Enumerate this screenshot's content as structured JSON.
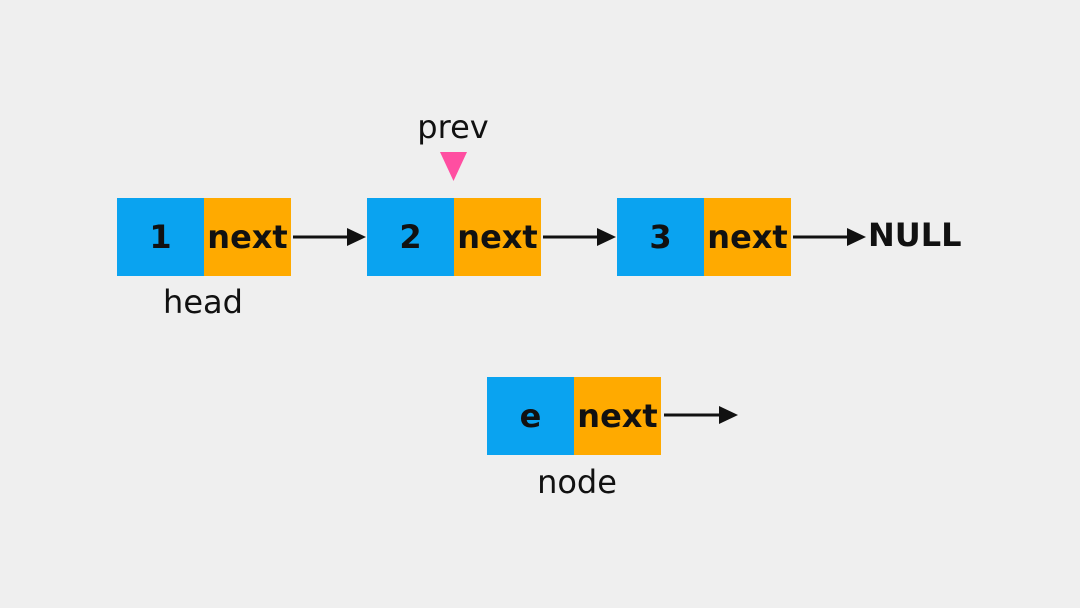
{
  "colors": {
    "background": "#efefef",
    "value_cell": "#0aa3f0",
    "next_cell": "#ffaa00",
    "pointer_marker": "#ff4ea1",
    "text": "#111111",
    "arrow": "#111111"
  },
  "list": {
    "nodes": [
      {
        "value": "1",
        "next_label": "next"
      },
      {
        "value": "2",
        "next_label": "next"
      },
      {
        "value": "3",
        "next_label": "next"
      }
    ],
    "head_label": "head",
    "prev_label": "prev",
    "terminator": "NULL"
  },
  "new_node": {
    "value": "e",
    "next_label": "next",
    "label": "node"
  }
}
